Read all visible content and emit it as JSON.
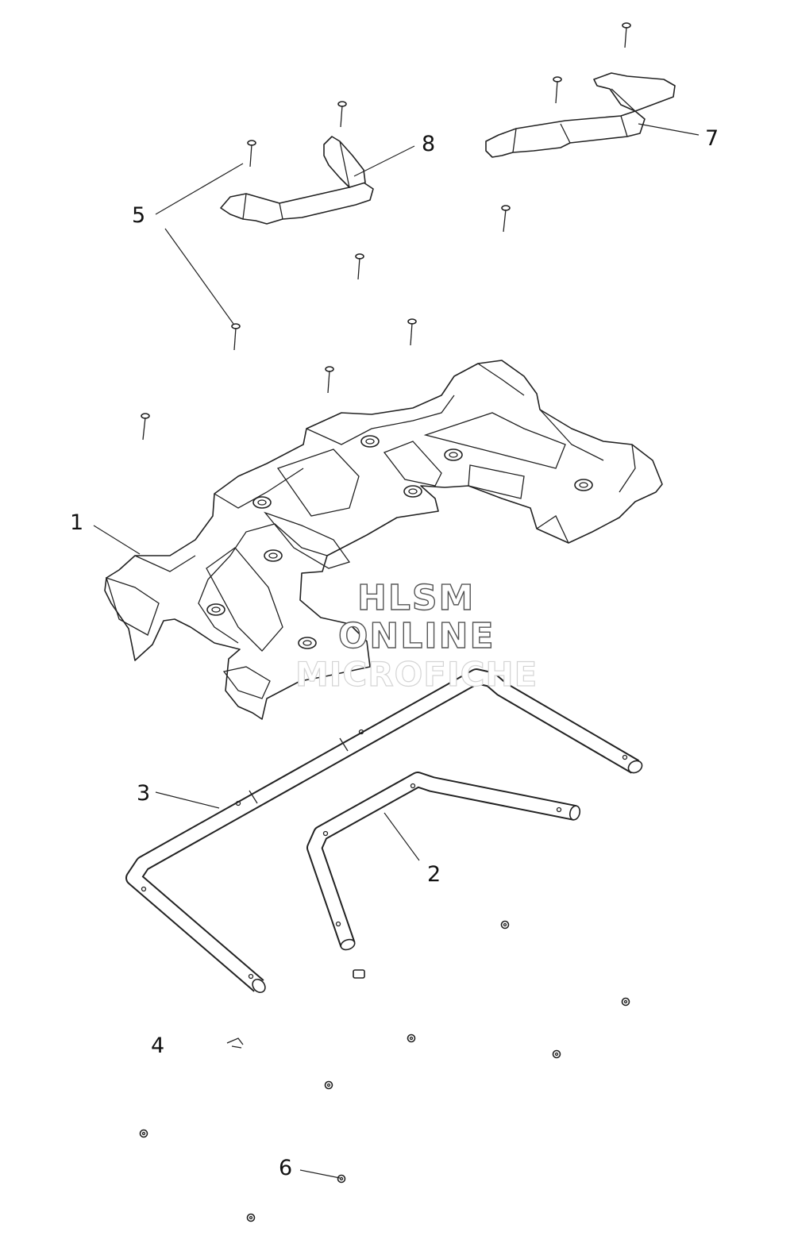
{
  "callouts": {
    "c1": "1",
    "c2": "2",
    "c3": "3",
    "c4": "4",
    "c5": "5",
    "c6": "6",
    "c7": "7",
    "c8": "8"
  },
  "watermark": {
    "line1": "HLSM",
    "line2": "ONLINE",
    "line3": "MICROFICHE"
  }
}
